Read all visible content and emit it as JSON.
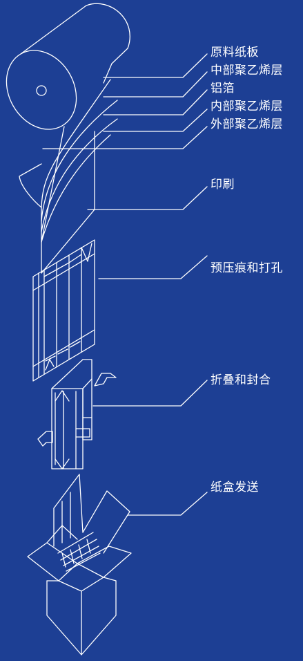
{
  "colors": {
    "background": "#1d3f94",
    "line": "#ffffff"
  },
  "labels": {
    "base_paperboard": "原料纸板",
    "middle_polyethylene": "中部聚乙烯层",
    "aluminum_foil": "铝箔",
    "inner_polyethylene": "内部聚乙烯层",
    "outer_polyethylene": "外部聚乙烯层",
    "printing": "印刷",
    "pre_creasing_punching": "预压痕和打孔",
    "folding_sealing": "折叠和封合",
    "carton_shipping": "纸盒发送"
  }
}
